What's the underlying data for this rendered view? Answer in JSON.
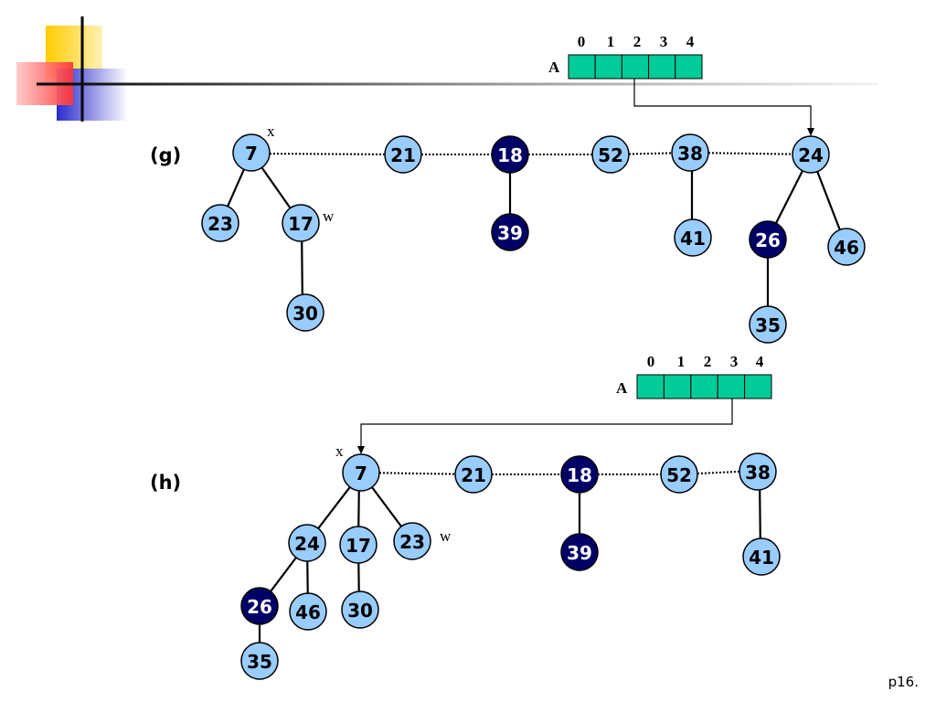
{
  "colors": {
    "node_light": "#99ccff",
    "node_dark": "#000066",
    "node_text_dark": "#ffffff",
    "array_cell": "#00cc99",
    "logo_yellow": "#ffcc00",
    "logo_red": "#ff3333",
    "logo_blue": "#2a2acc"
  },
  "page_number": "p16.",
  "panel_g": {
    "label": "(g)",
    "x_label": "x",
    "w_label": "w",
    "array": {
      "name": "A",
      "indices": [
        "0",
        "1",
        "2",
        "3",
        "4"
      ],
      "pointer_index": 2
    },
    "roots": [
      {
        "key": "7",
        "dark": false,
        "children": [
          {
            "key": "23",
            "dark": false
          },
          {
            "key": "17",
            "dark": false,
            "children": [
              {
                "key": "30",
                "dark": false
              }
            ]
          }
        ]
      },
      {
        "key": "21",
        "dark": false
      },
      {
        "key": "18",
        "dark": true,
        "children": [
          {
            "key": "39",
            "dark": true
          }
        ]
      },
      {
        "key": "52",
        "dark": false
      },
      {
        "key": "38",
        "dark": false,
        "children": [
          {
            "key": "41",
            "dark": false
          }
        ]
      },
      {
        "key": "24",
        "dark": false,
        "children": [
          {
            "key": "26",
            "dark": true,
            "children": [
              {
                "key": "35",
                "dark": false
              }
            ]
          },
          {
            "key": "46",
            "dark": false
          }
        ]
      }
    ]
  },
  "panel_h": {
    "label": "(h)",
    "x_label": "x",
    "w_label": "w",
    "array": {
      "name": "A",
      "indices": [
        "0",
        "1",
        "2",
        "3",
        "4"
      ],
      "pointer_index": 3
    },
    "roots": [
      {
        "key": "7",
        "dark": false,
        "children": [
          {
            "key": "24",
            "dark": false,
            "children": [
              {
                "key": "26",
                "dark": true,
                "children": [
                  {
                    "key": "35",
                    "dark": false
                  }
                ]
              },
              {
                "key": "46",
                "dark": false
              }
            ]
          },
          {
            "key": "17",
            "dark": false,
            "children": [
              {
                "key": "30",
                "dark": false
              }
            ]
          },
          {
            "key": "23",
            "dark": false
          }
        ]
      },
      {
        "key": "21",
        "dark": false
      },
      {
        "key": "18",
        "dark": true,
        "children": [
          {
            "key": "39",
            "dark": true
          }
        ]
      },
      {
        "key": "52",
        "dark": false
      },
      {
        "key": "38",
        "dark": false,
        "children": [
          {
            "key": "41",
            "dark": false
          }
        ]
      }
    ]
  }
}
